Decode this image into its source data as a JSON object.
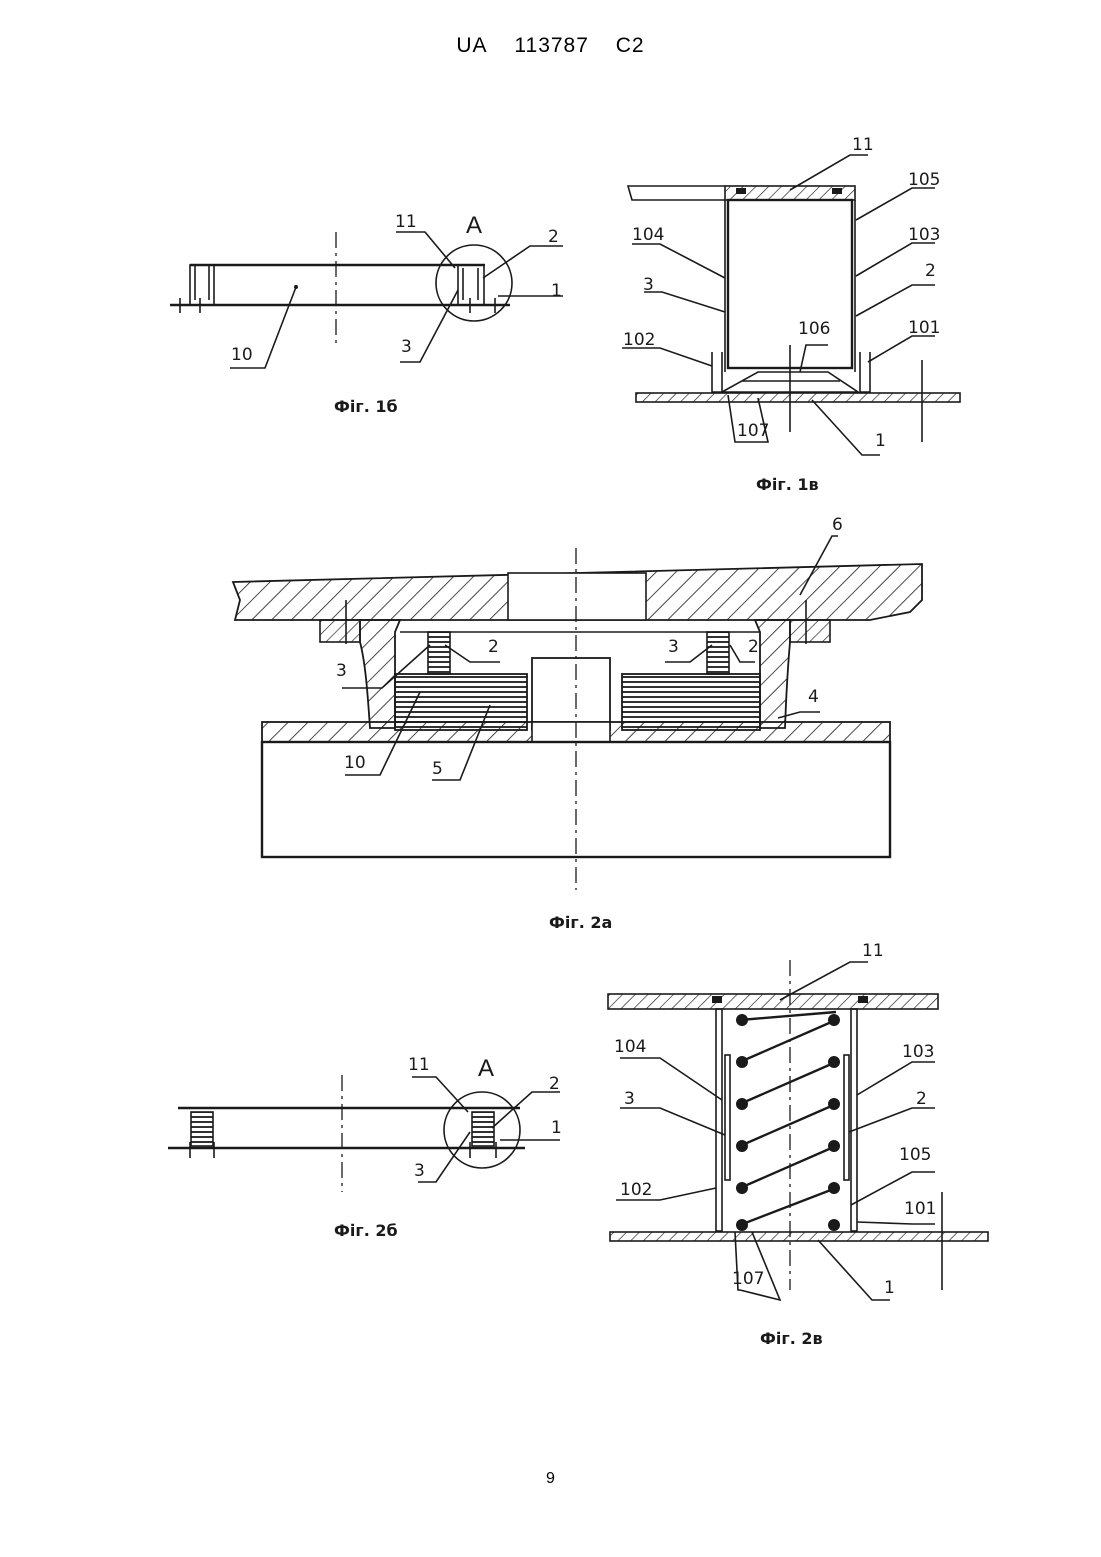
{
  "header": {
    "country": "UA",
    "number": "113787",
    "kind": "C2"
  },
  "page_number": "9",
  "fig1b": {
    "caption": "Фіг. 1б",
    "detail": "А",
    "labels": [
      "11",
      "2",
      "1",
      "3",
      "10"
    ]
  },
  "fig1v": {
    "caption": "Фіг. 1в",
    "labels": [
      "11",
      "105",
      "104",
      "103",
      "3",
      "2",
      "102",
      "106",
      "101",
      "107",
      "1"
    ]
  },
  "fig2a": {
    "caption": "Фіг. 2а",
    "labels": [
      "6",
      "3",
      "2",
      "3",
      "2",
      "4",
      "10",
      "5"
    ]
  },
  "fig2b": {
    "caption": "Фіг. 2б",
    "detail": "А",
    "labels": [
      "11",
      "2",
      "1",
      "3"
    ]
  },
  "fig2v": {
    "caption": "Фіг. 2в",
    "labels": [
      "11",
      "104",
      "103",
      "3",
      "2",
      "105",
      "102",
      "101",
      "107",
      "1"
    ]
  }
}
